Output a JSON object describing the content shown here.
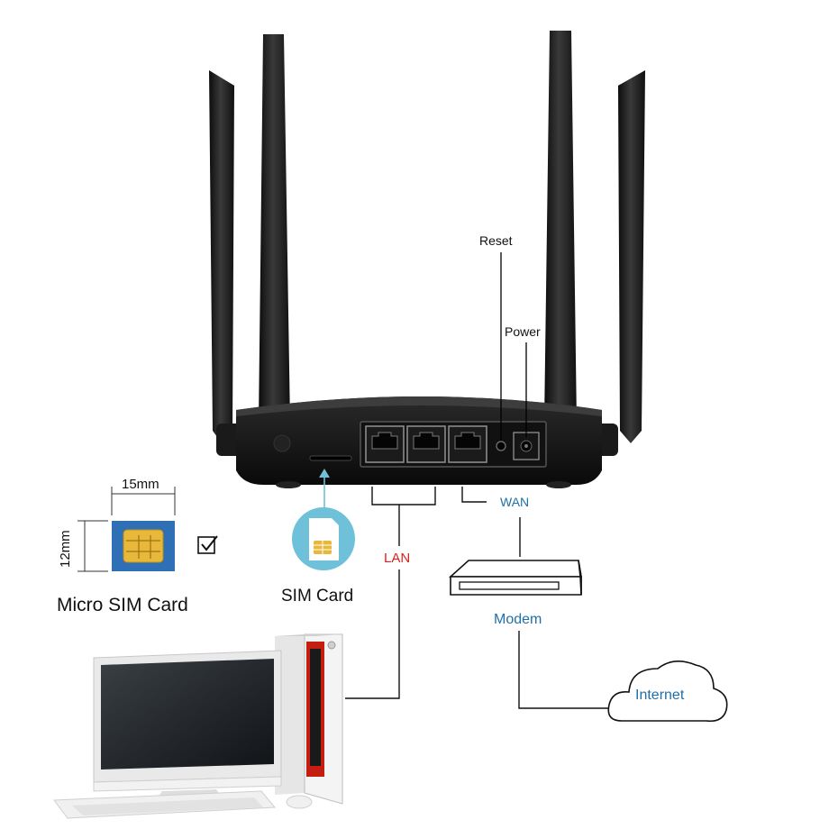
{
  "labels": {
    "reset": "Reset",
    "power": "Power",
    "wan": "WAN",
    "lan": "LAN",
    "modem": "Modem",
    "internet": "Internet",
    "sim_card": "SIM Card",
    "micro_sim_card": "Micro SIM Card",
    "width_dim": "15mm",
    "height_dim": "12mm"
  },
  "colors": {
    "lan_label": "#e0201c",
    "wan_label": "#1f6fa8",
    "modem_label": "#1f6fa8",
    "internet_label": "#1f6fa8",
    "sim_icon_bg": "#6fc1d9",
    "sim_chip": "#e8b83a",
    "sim_card_blue": "#2f6fb5"
  }
}
